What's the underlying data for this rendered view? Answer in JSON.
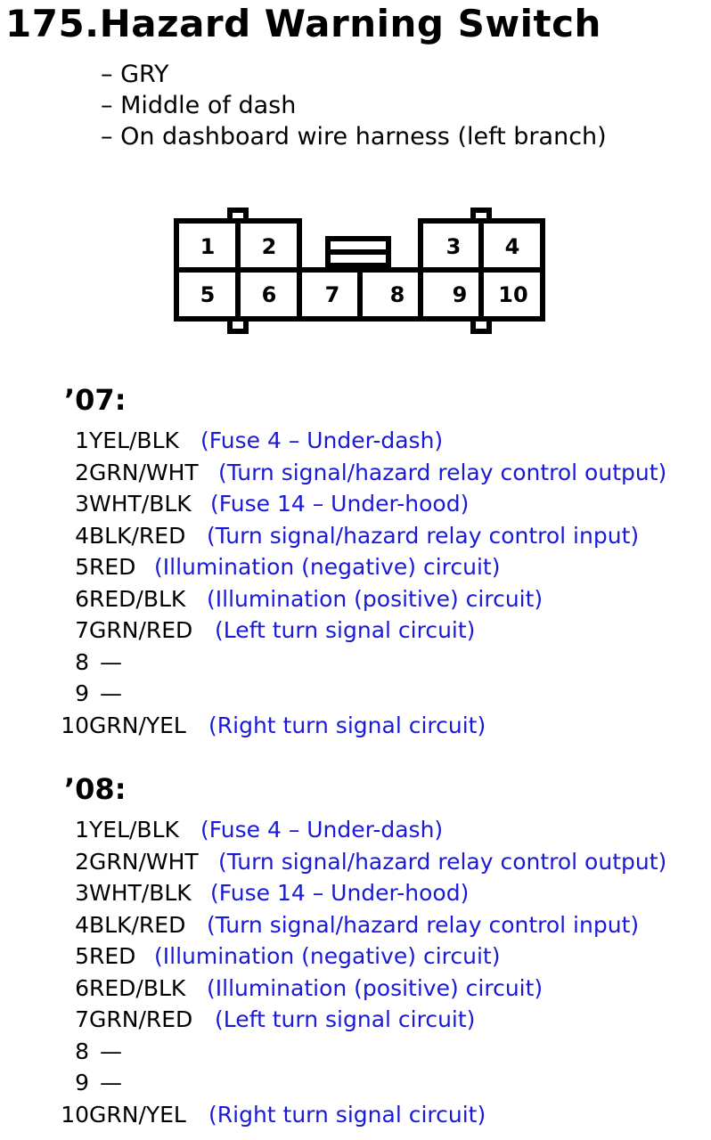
{
  "title": "175.Hazard Warning Switch",
  "notes": [
    "– GRY",
    "– Middle of dash",
    "– On dashboard wire harness (left branch)"
  ],
  "connector": {
    "pins": [
      "1",
      "2",
      "3",
      "4",
      "5",
      "6",
      "7",
      "8",
      "9",
      "10"
    ]
  },
  "sections": [
    {
      "label": "’07:",
      "pins": [
        {
          "num": "1",
          "wire": "YEL/BLK",
          "desc": "(Fuse 4 – Under-dash)"
        },
        {
          "num": "2",
          "wire": "GRN/WHT",
          "desc": "(Turn signal/hazard relay control output)"
        },
        {
          "num": "3",
          "wire": "WHT/BLK",
          "desc": "(Fuse 14 – Under-hood)"
        },
        {
          "num": "4",
          "wire": "BLK/RED",
          "desc": "(Turn signal/hazard relay control input)"
        },
        {
          "num": "5",
          "wire": "RED",
          "desc": "(Illumination (negative) circuit)"
        },
        {
          "num": "6",
          "wire": "RED/BLK",
          "desc": "(Illumination (positive) circuit)"
        },
        {
          "num": "7",
          "wire": "GRN/RED",
          "desc": "(Left turn signal circuit)"
        },
        {
          "num": "8",
          "wire": "—",
          "desc": ""
        },
        {
          "num": "9",
          "wire": "—",
          "desc": ""
        },
        {
          "num": "10",
          "wire": "GRN/YEL",
          "desc": "(Right turn signal circuit)"
        }
      ]
    },
    {
      "label": "’08:",
      "pins": [
        {
          "num": "1",
          "wire": "YEL/BLK",
          "desc": "(Fuse 4 – Under-dash)"
        },
        {
          "num": "2",
          "wire": "GRN/WHT",
          "desc": "(Turn signal/hazard relay control output)"
        },
        {
          "num": "3",
          "wire": "WHT/BLK",
          "desc": "(Fuse 14 – Under-hood)"
        },
        {
          "num": "4",
          "wire": "BLK/RED",
          "desc": "(Turn signal/hazard relay control input)"
        },
        {
          "num": "5",
          "wire": "RED",
          "desc": "(Illumination (negative) circuit)"
        },
        {
          "num": "6",
          "wire": "RED/BLK",
          "desc": "(Illumination (positive) circuit)"
        },
        {
          "num": "7",
          "wire": "GRN/RED",
          "desc": "(Left turn signal circuit)"
        },
        {
          "num": "8",
          "wire": "—",
          "desc": ""
        },
        {
          "num": "9",
          "wire": "—",
          "desc": ""
        },
        {
          "num": "10",
          "wire": "GRN/YEL",
          "desc": "(Right turn signal circuit)"
        }
      ]
    }
  ]
}
